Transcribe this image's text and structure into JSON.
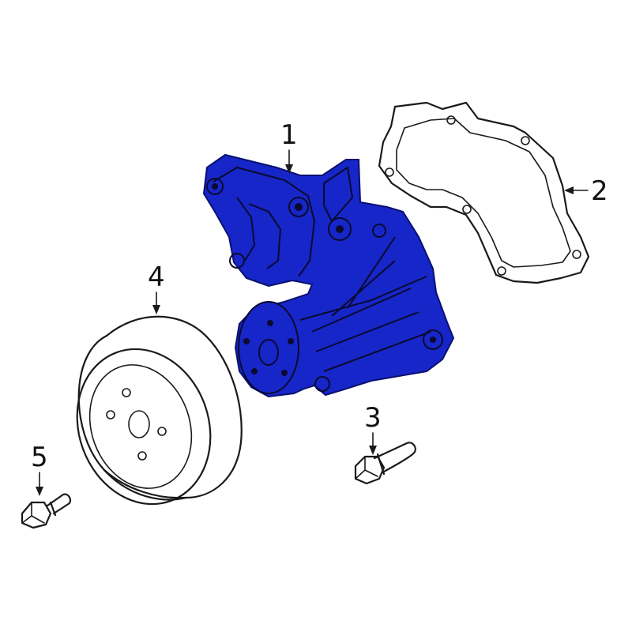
{
  "diagram": {
    "highlight_color": "#1726c8",
    "outline_color": "#1a1a1a",
    "callouts": [
      {
        "id": "1",
        "label": "1",
        "part": "water-pump"
      },
      {
        "id": "2",
        "label": "2",
        "part": "gasket"
      },
      {
        "id": "3",
        "label": "3",
        "part": "bolt"
      },
      {
        "id": "4",
        "label": "4",
        "part": "pulley"
      },
      {
        "id": "5",
        "label": "5",
        "part": "bolt"
      }
    ]
  }
}
